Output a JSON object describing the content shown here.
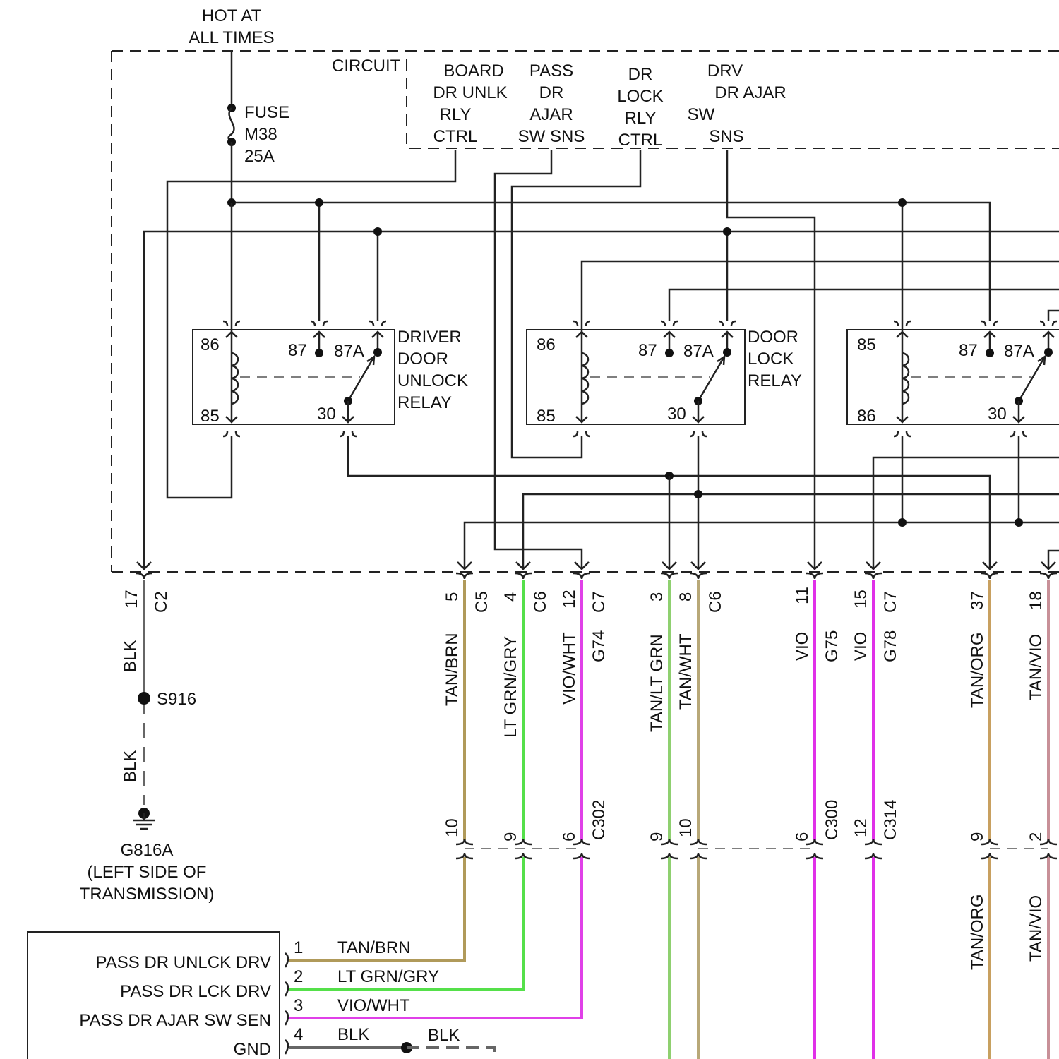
{
  "power_label": [
    "HOT AT",
    "ALL TIMES"
  ],
  "fuse_label": [
    "FUSE",
    "M38",
    "25A"
  ],
  "circuit_label": "CIRCUIT",
  "module_signals": [
    [
      "BOARD",
      "DR UNLK",
      "RLY",
      "CTRL"
    ],
    [
      "PASS",
      "DR",
      "AJAR",
      "SW SNS"
    ],
    [
      "DR",
      "LOCK",
      "RLY",
      "CTRL"
    ],
    [
      "DRV",
      "DR AJAR",
      "SW",
      "SNS"
    ]
  ],
  "relays": [
    {
      "name": [
        "DRIVER",
        "DOOR",
        "UNLOCK",
        "RELAY"
      ],
      "pins": [
        "86",
        "87",
        "87A",
        "85",
        "30"
      ]
    },
    {
      "name": [
        "DOOR",
        "LOCK",
        "RELAY"
      ],
      "pins": [
        "86",
        "87",
        "87A",
        "85",
        "30"
      ]
    },
    {
      "name": [],
      "pins": [
        "85",
        "87",
        "87A",
        "86",
        "30"
      ]
    }
  ],
  "upper_connectors": [
    {
      "pin": "17",
      "conn": "C2",
      "wire": "BLK",
      "color": "#666666"
    },
    {
      "pin": "5",
      "conn": "C5",
      "wire": "TAN/BRN",
      "color": "#b09a5a"
    },
    {
      "pin": "4",
      "conn": "C6",
      "wire": "LT GRN/GRY",
      "color": "#55e04a"
    },
    {
      "pin": "12",
      "conn": "C7",
      "wire": "VIO/WHT",
      "color": "#e040e8"
    },
    {
      "pin": "3",
      "conn": "",
      "wire": "TAN/LT GRN",
      "color": "#8fd070"
    },
    {
      "pin": "8",
      "conn": "C6",
      "wire": "TAN/WHT",
      "color": "#b8a878"
    },
    {
      "pin": "11",
      "conn": "",
      "wire": "VIO",
      "color": "#e030e8"
    },
    {
      "pin": "15",
      "conn": "C7",
      "wire": "VIO",
      "color": "#e030e8"
    },
    {
      "pin": "37",
      "conn": "",
      "wire": "TAN/ORG",
      "color": "#c8a060"
    },
    {
      "pin": "18",
      "conn": "",
      "wire": "TAN/VIO",
      "color": "#c89098"
    }
  ],
  "splice_labels": [
    "G74",
    "G75",
    "G78"
  ],
  "ground": {
    "splice": "S916",
    "wire": "BLK",
    "name": "G816A",
    "location": [
      "(LEFT SIDE OF",
      "TRANSMISSION)"
    ]
  },
  "lower_connectors": [
    {
      "pin": "10",
      "conn": ""
    },
    {
      "pin": "9",
      "conn": ""
    },
    {
      "pin": "6",
      "conn": "C302"
    },
    {
      "pin": "9",
      "conn": ""
    },
    {
      "pin": "10",
      "conn": ""
    },
    {
      "pin": "6",
      "conn": "C300"
    },
    {
      "pin": "12",
      "conn": "C314"
    },
    {
      "pin": "9",
      "conn": ""
    },
    {
      "pin": "2",
      "conn": ""
    }
  ],
  "lower_wire_labels": [
    "TAN/ORG",
    "TAN/VIO"
  ],
  "door_module": {
    "signals": [
      "PASS DR UNLCK DRV",
      "PASS DR LCK DRV",
      "PASS DR AJAR SW SEN",
      "GND"
    ],
    "pins": [
      "1",
      "2",
      "3",
      "4"
    ],
    "wires": [
      "TAN/BRN",
      "LT GRN/GRY",
      "VIO/WHT",
      "BLK"
    ],
    "ground_wire_right": "BLK"
  }
}
